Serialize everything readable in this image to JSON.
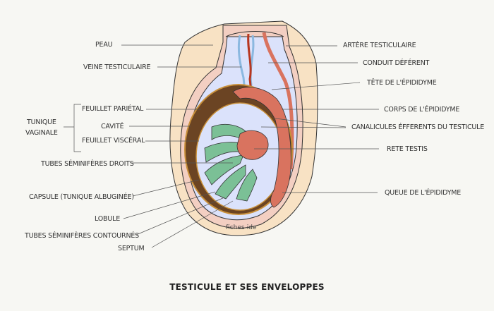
{
  "title": "TESTICULE ET SES ENVELOPPES",
  "watermark": "fiches-ide",
  "labels_left": {
    "peau": "PEAU",
    "veine": "VEINE TESTICULAIRE",
    "tunique_vaginale": [
      "TUNIQUE",
      "VAGINALE"
    ],
    "feuillet_parietal": "FEUILLET PARIÉTAL",
    "cavite": "CAVITÉ",
    "feuillet_visceral": "FEUILLET VISCÉRAL",
    "tubes_droits": "TUBES SÉMINIFÈRES DROITS",
    "capsule": "CAPSULE (TUNIQUE ALBUGINÉE)",
    "lobule": "LOBULE",
    "tubes_contournes": "TUBES SÉMINIFÈRES CONTOURNÉS",
    "septum": "SEPTUM"
  },
  "labels_right": {
    "artere": "ARTÈRE TESTICULAIRE",
    "conduit": "CONDUIT DÉFÉRENT",
    "tete": "TÊTE DE L'ÉPIDIDYME",
    "corps": "CORPS DE L'ÉPIDIDYME",
    "canalicules": "CANALICULES ÉFFERENTS DU TESTICULE",
    "rete": "RETE TESTIS",
    "queue": "QUEUE DE L'ÉPIDIDYME"
  },
  "colors": {
    "skin": "#f8e2c4",
    "dartos": "#f3cfc2",
    "cavity": "#dbe2fb",
    "albuginea": "#6b4423",
    "albuginea_edge": "#c9903a",
    "lobule": "#7bc096",
    "tubule": "#d9735f",
    "artery": "#b8361f",
    "vein": "#8bb8e0"
  }
}
